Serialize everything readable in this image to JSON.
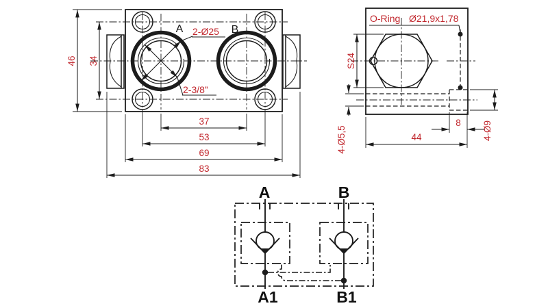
{
  "colors": {
    "dimension_red": "#c1272d",
    "line_black": "#1c1c1c",
    "background": "#ffffff"
  },
  "front_view": {
    "label_a": "A",
    "label_b": "B",
    "callout_bore": "2-Ø25",
    "callout_thread": "2-3/8”",
    "dim_port_spacing": "37",
    "dim_bolt_spacing": "53",
    "dim_body_width": "69",
    "dim_overall_width": "83",
    "dim_body_height": "46",
    "dim_bolt_rows": "34"
  },
  "side_view": {
    "oring_label": "O-Ring",
    "oring_size": "Ø21,9x1,78",
    "dim_hex_flats": "S24",
    "dim_pilot_holes": "4-Ø5,5",
    "dim_body_depth": "44",
    "dim_step_depth": "8",
    "dim_counterbores": "4-Ø9"
  },
  "schematic": {
    "port_a": "A",
    "port_b": "B",
    "port_a1": "A1",
    "port_b1": "B1"
  }
}
